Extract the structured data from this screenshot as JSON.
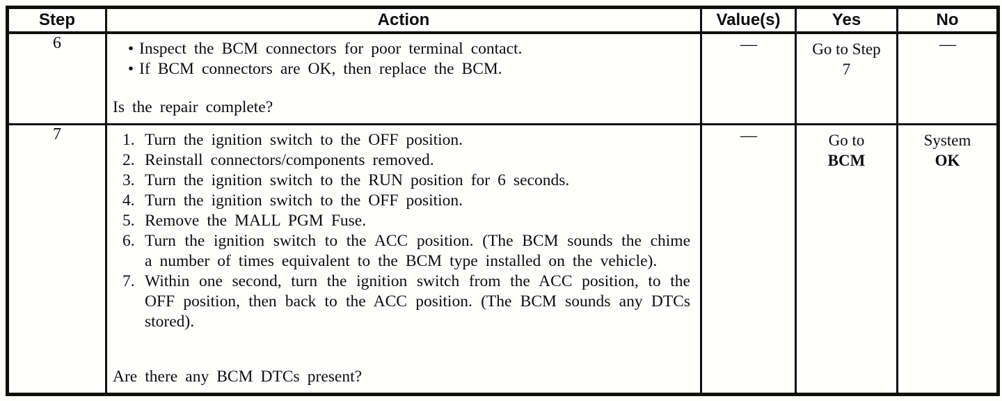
{
  "table": {
    "columns": [
      {
        "label": "Step"
      },
      {
        "label": "Action"
      },
      {
        "label": "Value(s)"
      },
      {
        "label": "Yes"
      },
      {
        "label": "No"
      }
    ],
    "rows": [
      {
        "step": "6",
        "action_items": [
          {
            "marker": "•",
            "text": "Inspect the BCM connectors for poor terminal contact."
          },
          {
            "marker": "•",
            "text": "If BCM connectors are OK, then replace the BCM."
          }
        ],
        "question": "Is the repair complete?",
        "values": "—",
        "yes": [
          "Go to Step",
          "7"
        ],
        "no": [
          "—",
          ""
        ]
      },
      {
        "step": "7",
        "action_items": [
          {
            "marker": "1.",
            "text": "Turn the ignition switch to the OFF position."
          },
          {
            "marker": "2.",
            "text": "Reinstall connectors/components removed."
          },
          {
            "marker": "3.",
            "text": "Turn the ignition switch to the RUN position for 6 seconds."
          },
          {
            "marker": "4.",
            "text": "Turn the ignition switch to the OFF position."
          },
          {
            "marker": "5.",
            "text": "Remove the MALL PGM Fuse."
          },
          {
            "marker": "6.",
            "text": "Turn the ignition switch to the ACC position. (The BCM sounds the chime a number of times equivalent to the BCM type installed on the vehicle)."
          },
          {
            "marker": "7.",
            "text": "Within one second, turn the ignition switch from the ACC position, to the OFF position, then back to the ACC position. (The BCM sounds any DTCs stored)."
          }
        ],
        "question": "Are there any BCM DTCs present?",
        "values": "—",
        "yes": [
          "Go to",
          "BCM"
        ],
        "no": [
          "System",
          "OK"
        ]
      }
    ]
  }
}
